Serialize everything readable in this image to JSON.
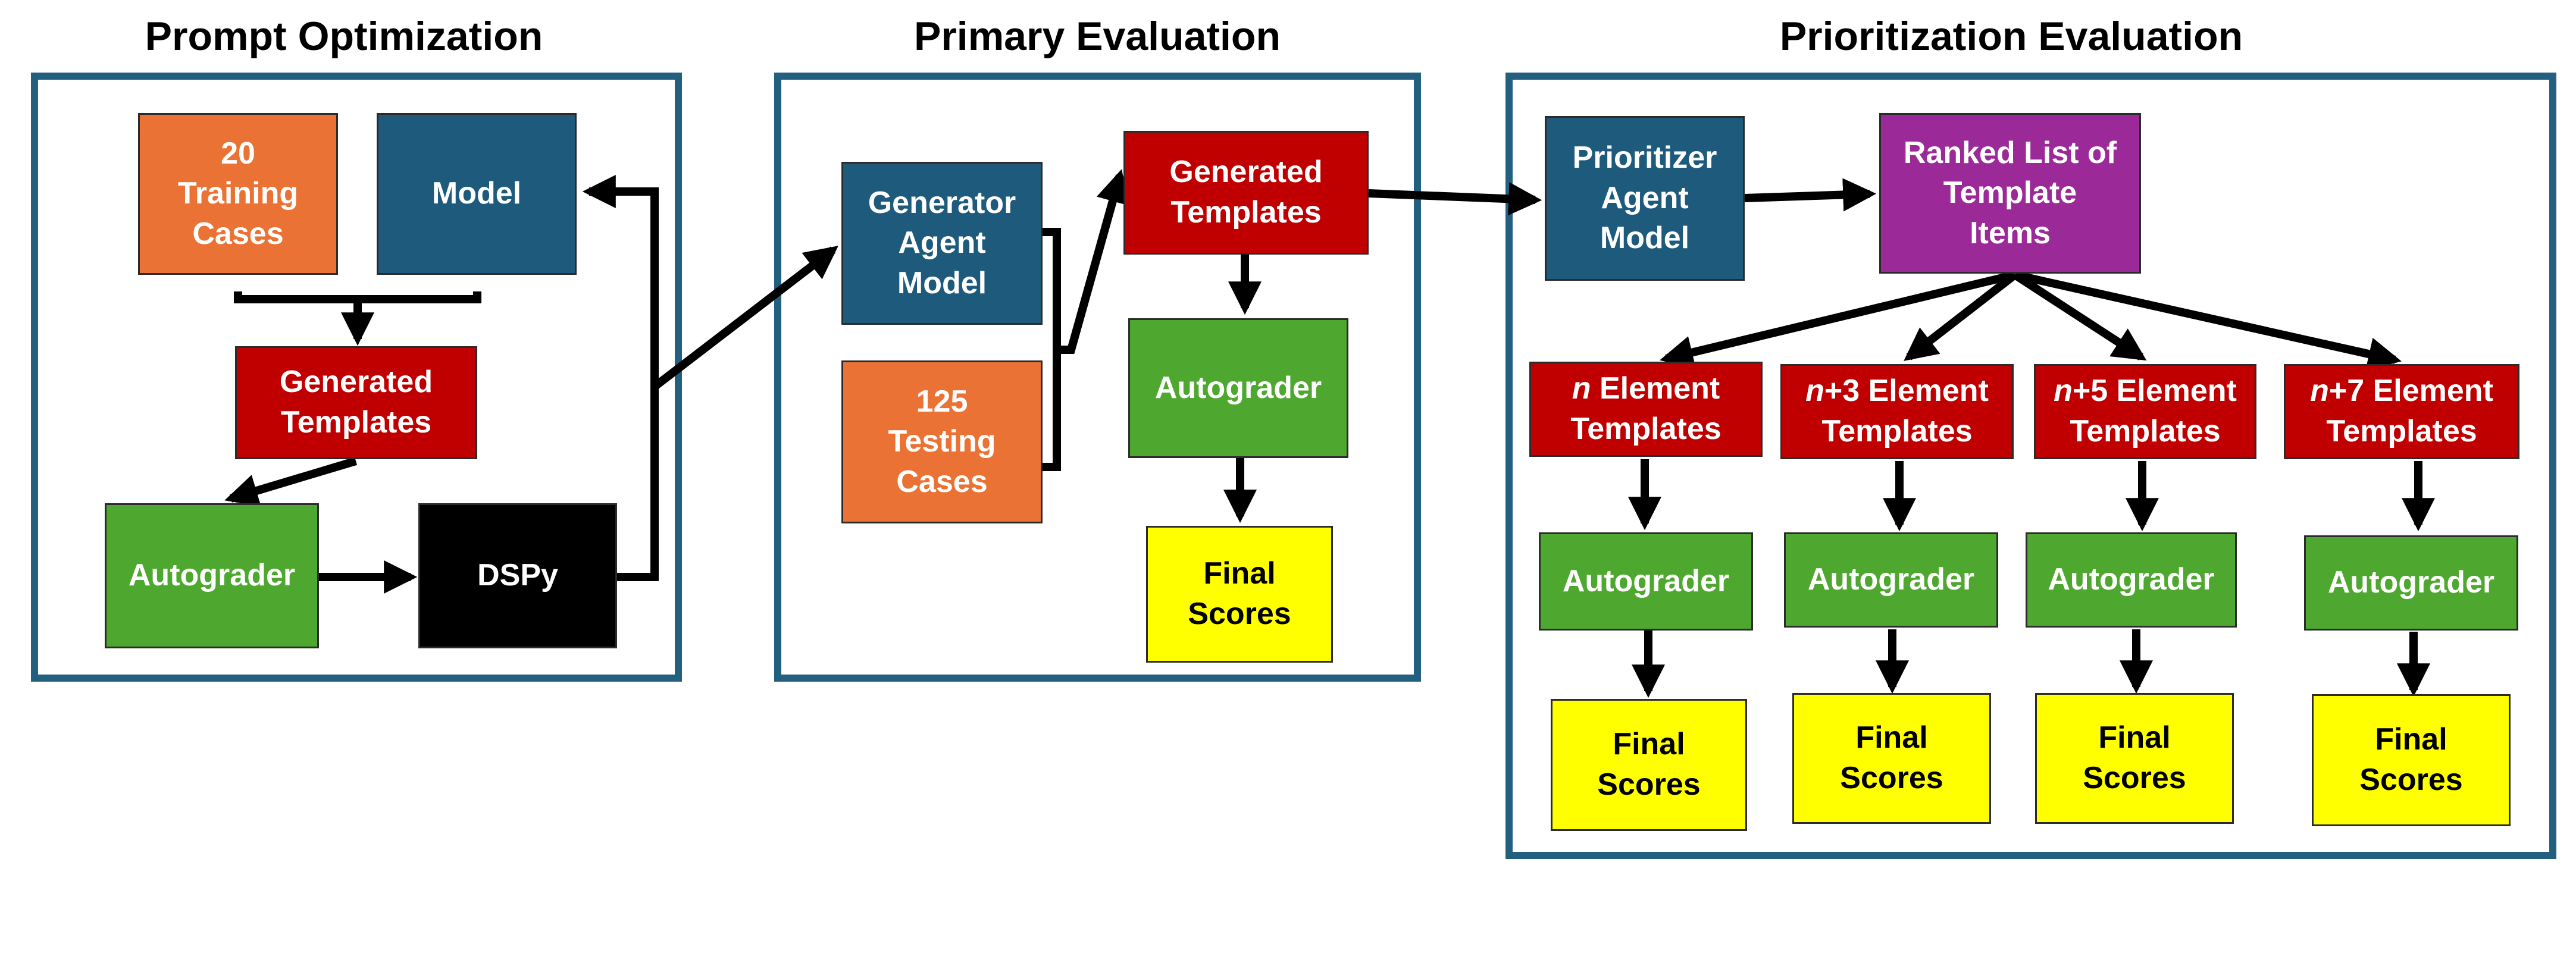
{
  "titles": {
    "prompt_optimization": "Prompt Optimization",
    "primary_evaluation": "Primary Evaluation",
    "prioritization_evaluation": "Prioritization Evaluation"
  },
  "prompt_optimization": {
    "training_cases": [
      "20",
      "Training",
      "Cases"
    ],
    "model": "Model",
    "generated_templates": [
      "Generated",
      "Templates"
    ],
    "autograder": "Autograder",
    "dspy": "DSPy"
  },
  "primary_evaluation": {
    "generator": [
      "Generator",
      "Agent",
      "Model"
    ],
    "testing_cases": [
      "125",
      "Testing",
      "Cases"
    ],
    "generated_templates": [
      "Generated",
      "Templates"
    ],
    "autograder": "Autograder",
    "final_scores": [
      "Final",
      "Scores"
    ]
  },
  "prioritization_evaluation": {
    "prioritizer": [
      "Prioritizer",
      "Agent",
      "Model"
    ],
    "ranked_list": [
      "Ranked List of",
      "Template",
      "Items"
    ],
    "columns": [
      {
        "prefix": "n",
        "suffix": " Element",
        "line2": "Templates",
        "autograder": "Autograder",
        "final": [
          "Final",
          "Scores"
        ]
      },
      {
        "prefix": "n",
        "suffix": "+3 Element",
        "line2": "Templates",
        "autograder": "Autograder",
        "final": [
          "Final",
          "Scores"
        ]
      },
      {
        "prefix": "n",
        "suffix": "+5 Element",
        "line2": "Templates",
        "autograder": "Autograder",
        "final": [
          "Final",
          "Scores"
        ]
      },
      {
        "prefix": "n",
        "suffix": "+7 Element",
        "line2": "Templates",
        "autograder": "Autograder",
        "final": [
          "Final",
          "Scores"
        ]
      }
    ]
  },
  "colors": {
    "panel_border": "#23607f",
    "orange": "#ea7234",
    "blue": "#1d5a7b",
    "red": "#c00000",
    "green": "#4ea72e",
    "black": "#000000",
    "purple": "#9b2a98",
    "yellow": "#ffff00"
  }
}
